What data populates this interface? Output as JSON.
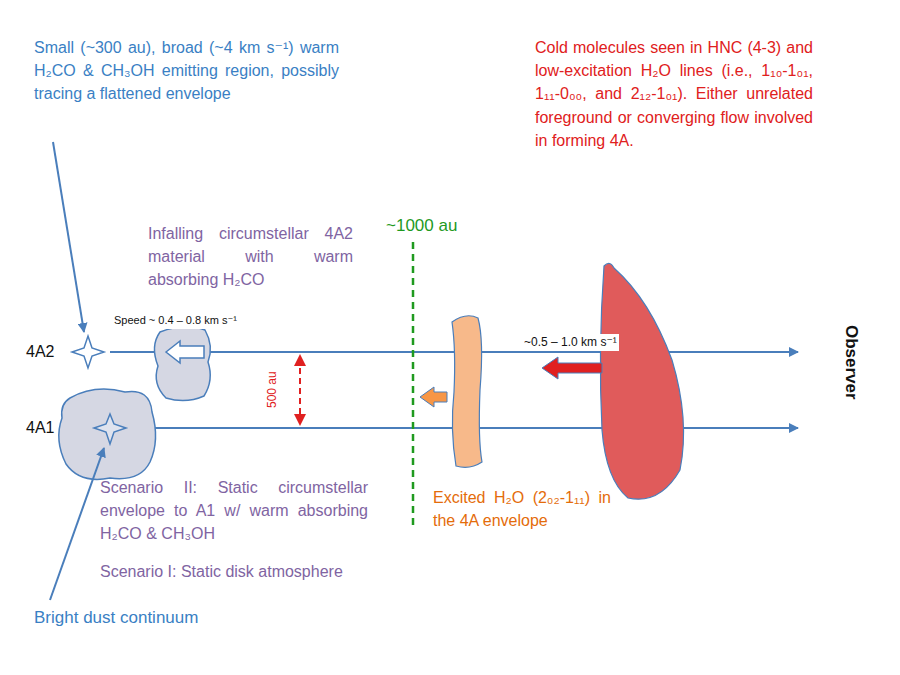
{
  "diagram": {
    "labels": [
      "Small (~300 au), broad (~4 km s⁻¹) warm H₂CO & CH₃OH emitting region, possibly tracing a flattened envelope",
      "Cold molecules seen in HNC (4-3) and low-excitation H₂O lines (i.e., 1₁₀-1₀₁, 1₁₁-0₀₀, and 2₁₂-1₀₁). Either unrelated foreground or converging flow involved in forming 4A.",
      "Infalling circumstellar 4A2 material with warm absorbing H₂CO",
      "~1000 au",
      "Speed ~ 0.4 – 0.8 km s⁻¹",
      "4A2",
      "500 au",
      "~0.5 – 1.0 km s⁻¹",
      "Observer",
      "4A1",
      "Scenario II: Static circumstellar envelope to A1 w/ warm absorbing H₂CO & CH₃OH",
      "Scenario I: Static disk atmosphere",
      "Excited H₂O (2₀₂-1₁₁) in the 4A envelope",
      "Bright dust continuum"
    ]
  }
}
